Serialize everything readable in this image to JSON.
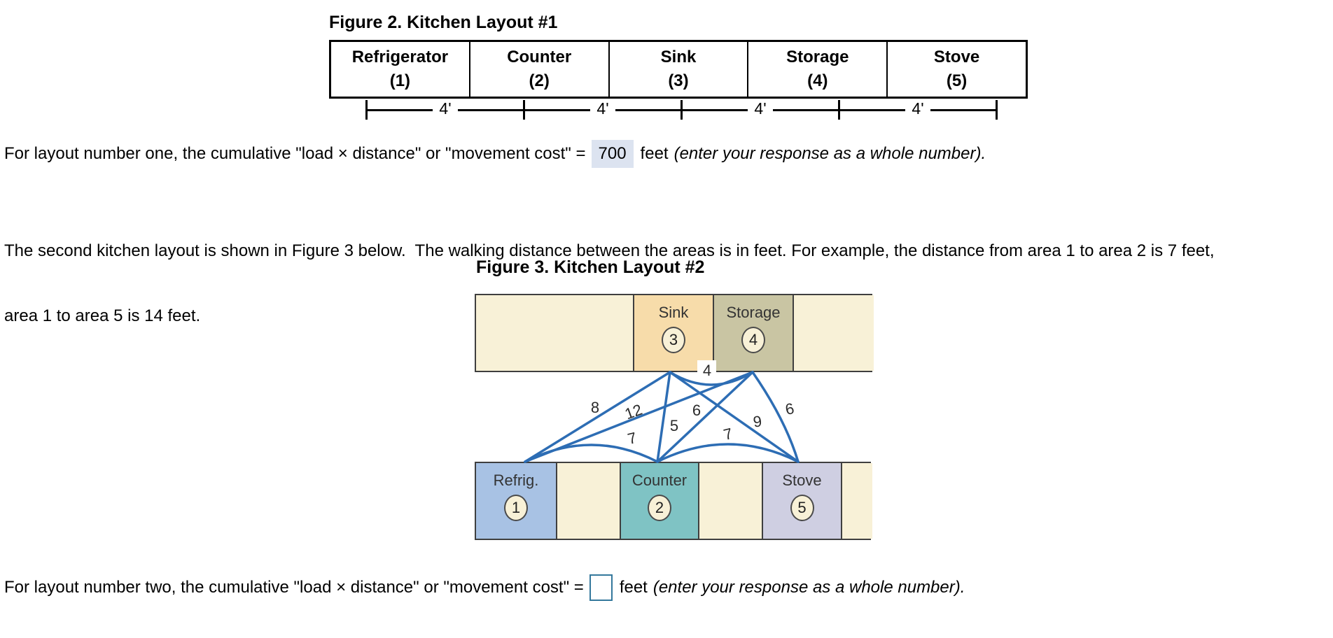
{
  "figure2": {
    "title": "Figure 2. Kitchen Layout #1",
    "columns": [
      {
        "name": "Refrigerator",
        "number": "(1)"
      },
      {
        "name": "Counter",
        "number": "(2)"
      },
      {
        "name": "Sink",
        "number": "(3)"
      },
      {
        "name": "Storage",
        "number": "(4)"
      },
      {
        "name": "Stove",
        "number": "(5)"
      }
    ],
    "ruler_segments": [
      "4'",
      "4'",
      "4'",
      "4'"
    ]
  },
  "question1": {
    "prefix": "For layout number one, the cumulative \"load × distance\" or \"movement cost\" =",
    "answer": "700",
    "unit": "feet",
    "note": "(enter your response as a whole number)."
  },
  "paragraph": {
    "line1": "The second kitchen layout is shown in Figure 3 below.  The walking distance between the areas is in feet. For example, the distance from area 1 to area 2 is 7 feet,",
    "line2": "area 1 to area 5 is 14 feet."
  },
  "figure3": {
    "title": "Figure 3. Kitchen Layout #2",
    "top_row": {
      "sink_label": "Sink",
      "sink_number": "3",
      "storage_label": "Storage",
      "storage_number": "4"
    },
    "bottom_row": {
      "refrig_label": "Refrig.",
      "refrig_number": "1",
      "counter_label": "Counter",
      "counter_number": "2",
      "stove_label": "Stove",
      "stove_number": "5"
    },
    "distances": {
      "d13": "8",
      "d14": "12",
      "d12": "7",
      "d23": "5",
      "d24": "6",
      "d25": "7",
      "d34": "4",
      "d35": "9",
      "d45": "6"
    }
  },
  "question2": {
    "prefix": "For layout number two, the cumulative \"load × distance\" or \"movement cost\" =",
    "input_value": "",
    "unit": "feet",
    "note": "(enter your response as a whole number)."
  },
  "colors": {
    "edge_blue": "#2d6db4",
    "answer_highlight_bg": "#dce3f0",
    "input_border": "#34789c",
    "cream": "#f8f1d7",
    "sink_fill": "#f7dcaa",
    "storage_fill": "#c9c5a3",
    "refrig_fill": "#a8c2e4",
    "counter_fill": "#7fc3c4",
    "stove_fill": "#cfcfe2"
  }
}
